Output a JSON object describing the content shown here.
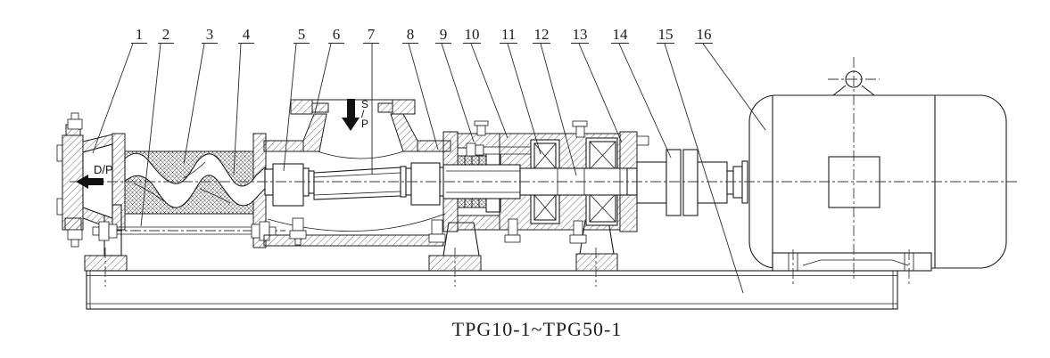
{
  "diagram": {
    "caption": "TPG10-1~TPG50-1",
    "discharge_port_label": "D/P",
    "suction_port_label_lines": [
      "S",
      "/",
      "P"
    ],
    "callouts": [
      {
        "label": "1"
      },
      {
        "label": "2"
      },
      {
        "label": "3"
      },
      {
        "label": "4"
      },
      {
        "label": "5"
      },
      {
        "label": "6"
      },
      {
        "label": "7"
      },
      {
        "label": "8"
      },
      {
        "label": "9"
      },
      {
        "label": "10"
      },
      {
        "label": "11"
      },
      {
        "label": "12"
      },
      {
        "label": "13"
      },
      {
        "label": "14"
      },
      {
        "label": "15"
      },
      {
        "label": "16"
      }
    ],
    "colors": {
      "ink": "#1c1c1c",
      "hatch": "#2f2f2f",
      "background": "#ffffff",
      "arrow_fill": "#111111"
    }
  }
}
